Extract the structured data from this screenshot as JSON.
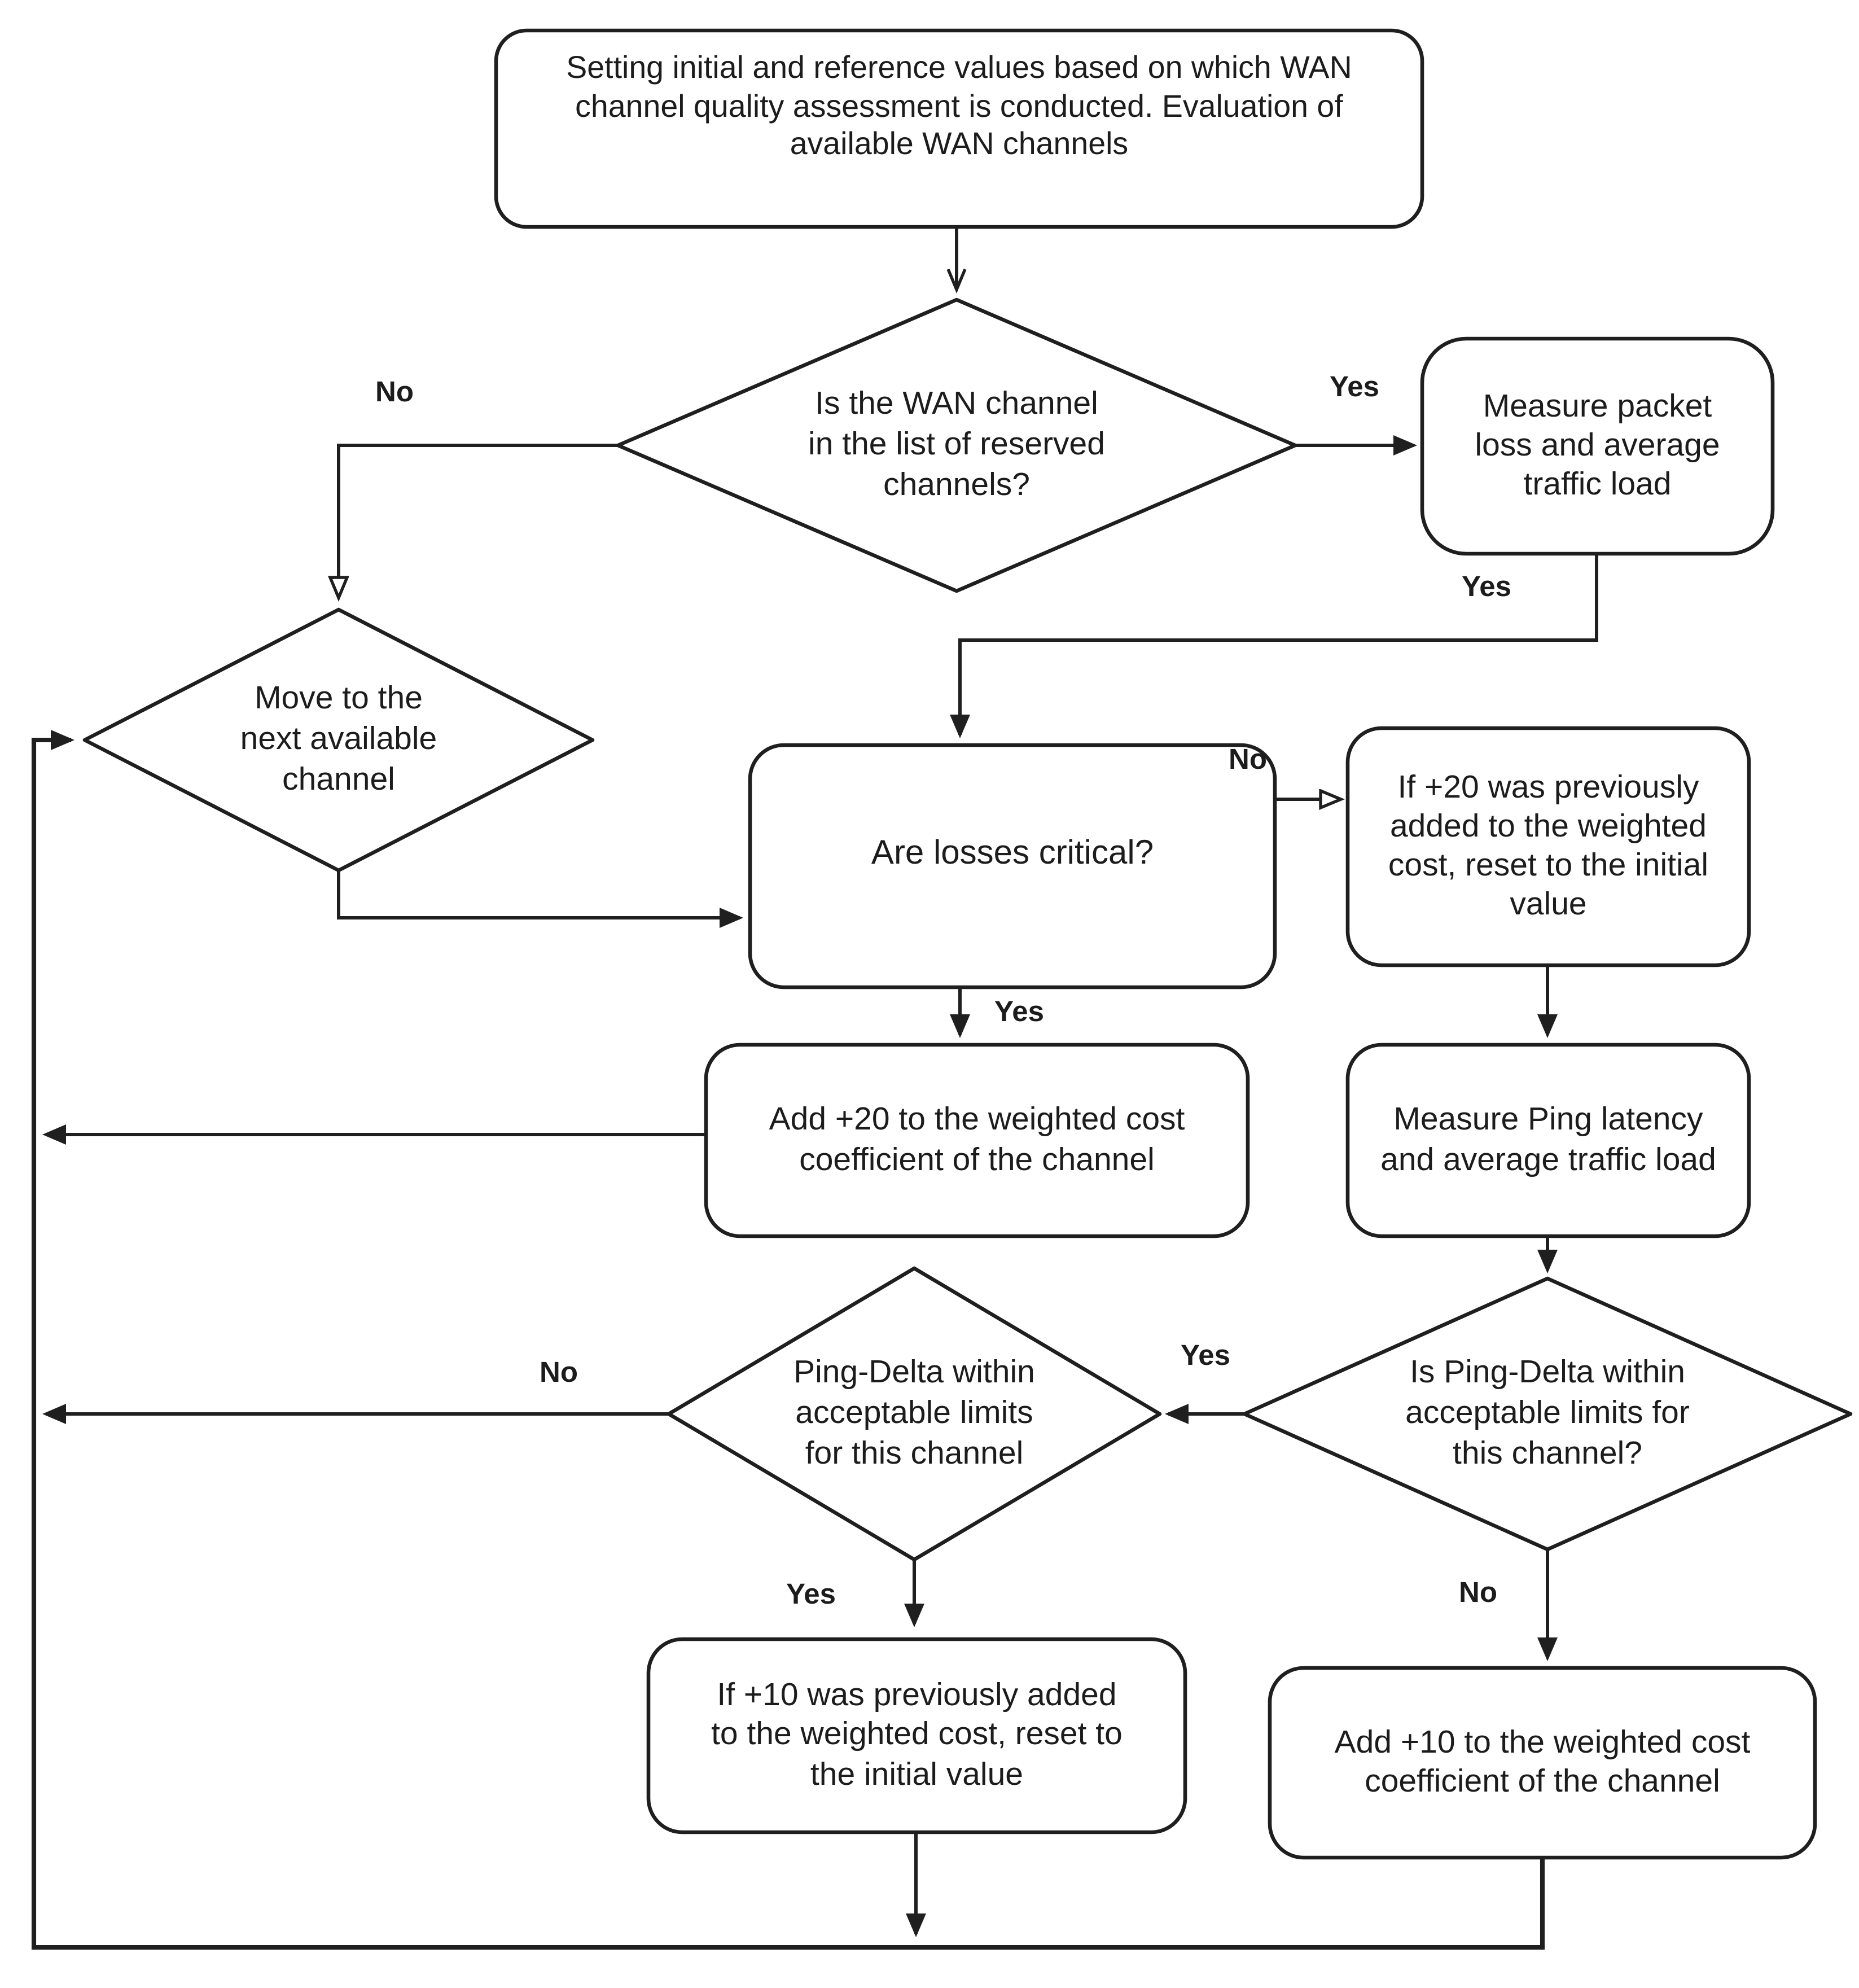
{
  "figure": {
    "title": "WAN channel quality assessment flowchart",
    "background_color": "#ffffff",
    "line_color": "#1f1f1f",
    "text_color": "#1c1c1c"
  },
  "nodes": {
    "start": {
      "shape": "rounded-rectangle",
      "label": "Setting initial and reference values based on which WAN\nchannel quality assessment is conducted. Evaluation of\navailable WAN channels"
    },
    "reserved_check": {
      "shape": "diamond",
      "label": "Is the WAN channel\nin the list of reserved\nchannels?"
    },
    "measure_loss": {
      "shape": "rounded-rectangle",
      "label": "Measure packet\nloss and average\ntraffic load"
    },
    "move_next": {
      "shape": "diamond",
      "label": "Move to the\nnext available\nchannel"
    },
    "losses_critical": {
      "shape": "rounded-rectangle",
      "label": "Are losses critical?"
    },
    "reset_plus20": {
      "shape": "rounded-rectangle",
      "label": "If +20 was previously\nadded to the weighted\ncost, reset to the initial\nvalue"
    },
    "add_plus20": {
      "shape": "rounded-rectangle",
      "label": "Add +20 to the weighted cost\ncoefficient of the channel"
    },
    "measure_ping": {
      "shape": "rounded-rectangle",
      "label": "Measure Ping latency\nand average traffic load"
    },
    "ping_delta_check_left": {
      "shape": "diamond",
      "label": "Ping-Delta within\nacceptable limits\nfor this channel"
    },
    "ping_delta_check_right": {
      "shape": "diamond",
      "label": "Is Ping-Delta within\nacceptable limits for\nthis channel?"
    },
    "reset_plus10": {
      "shape": "rounded-rectangle",
      "label": "If +10 was previously added\nto the weighted cost, reset to\nthe initial value"
    },
    "add_plus10": {
      "shape": "rounded-rectangle",
      "label": "Add +10 to the weighted cost\ncoefficient of the channel"
    }
  },
  "edge_labels": {
    "reserved_no": "No",
    "reserved_yes": "Yes",
    "measured_yes": "Yes",
    "losses_no": "No",
    "losses_yes": "Yes",
    "ping_right_yes": "Yes",
    "ping_left_no": "No",
    "ping_left_yes": "Yes",
    "ping_right_no": "No"
  }
}
